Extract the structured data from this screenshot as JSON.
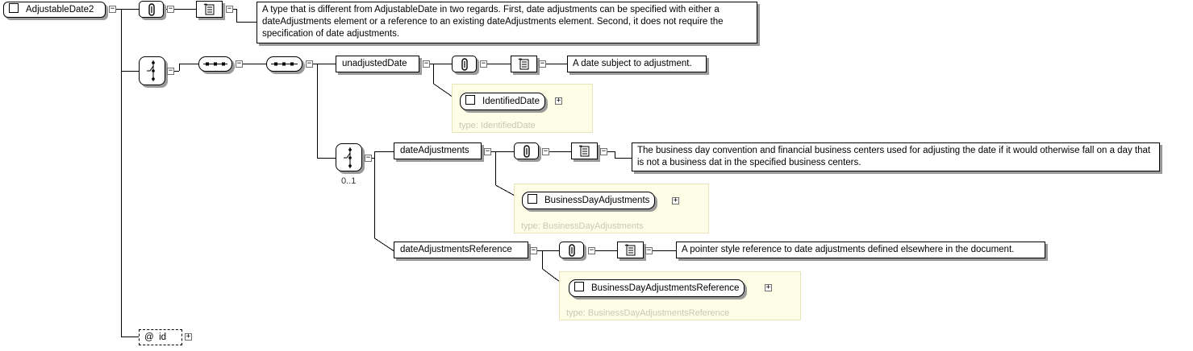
{
  "root": {
    "name": "AdjustableDate2"
  },
  "root_doc": "A type that is different from AdjustableDate in two regards. First, date adjustments can be specified with either a dateAdjustments element or a reference to an existing dateAdjustments element. Second, it does not require the specification of date adjustments.",
  "elements": {
    "unadjusted_date": {
      "name": "unadjustedDate",
      "doc": "A date subject to adjustment.",
      "type_name": "IdentifiedDate",
      "type_label": "type: IdentifiedDate"
    },
    "date_adjustments": {
      "name": "dateAdjustments",
      "doc": "The business day convention and financial business centers used for adjusting the date if it would otherwise fall on a day that is not a business dat in the specified business centers.",
      "type_name": "BusinessDayAdjustments",
      "type_label": "type: BusinessDayAdjustments"
    },
    "date_adjustments_reference": {
      "name": "dateAdjustmentsReference",
      "doc": "A pointer style reference to date adjustments defined elsewhere in the document.",
      "type_name": "BusinessDayAdjustmentsReference",
      "type_label": "type: BusinessDayAdjustmentsReference"
    }
  },
  "choice_multiplicity": "0..1",
  "attribute": {
    "prefix": "@",
    "name": "id"
  },
  "icons": [
    "annotation-icon",
    "documentation-icon",
    "choice-icon",
    "sequence-icon",
    "expand-icon",
    "collapse-icon"
  ]
}
